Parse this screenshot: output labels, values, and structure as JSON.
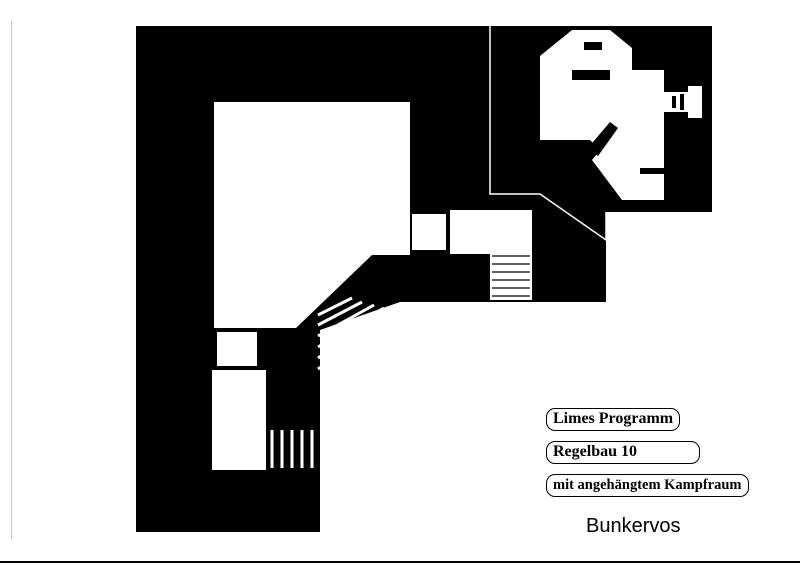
{
  "colors": {
    "wall": "#000000",
    "room": "#ffffff",
    "paper": "#ffffff"
  },
  "plan": {
    "subject": "bunker-floor-plan",
    "labels": [
      {
        "id": "programme",
        "text": "Limes Programm"
      },
      {
        "id": "type",
        "text": "Regelbau  10"
      },
      {
        "id": "description",
        "text": "mit angehängtem Kampfraum"
      }
    ],
    "caption": "Bunkervos"
  }
}
